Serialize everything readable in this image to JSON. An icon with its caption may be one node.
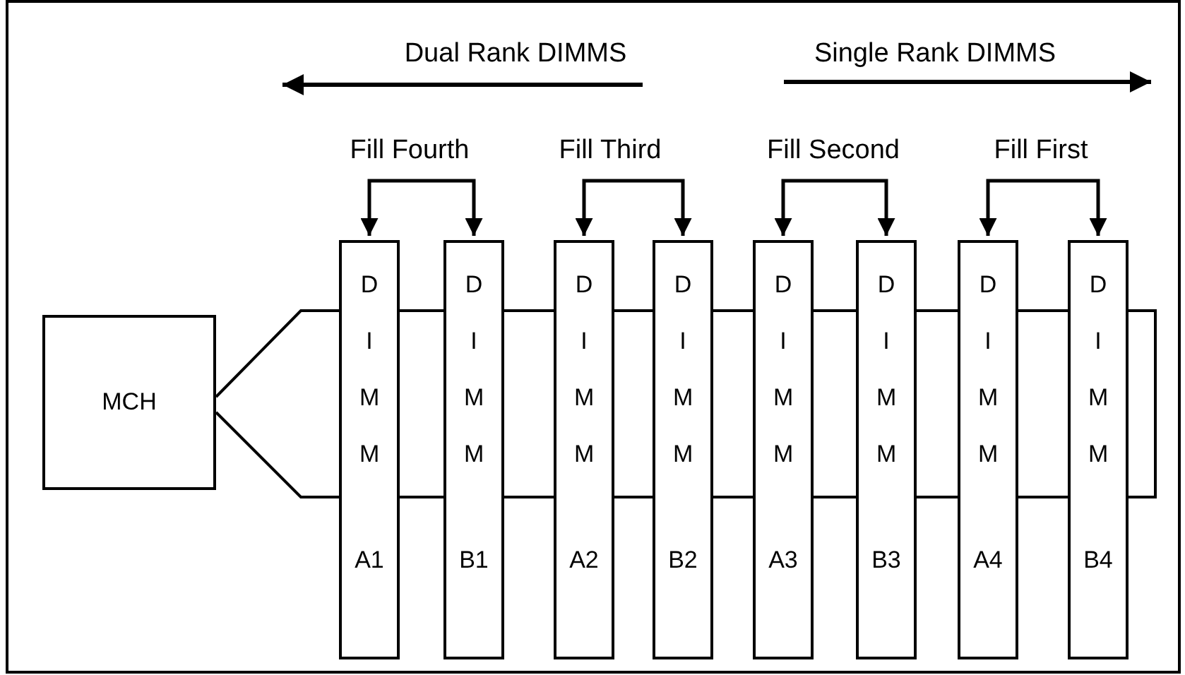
{
  "diagram": {
    "nodes": [
      {
        "text": [
          "MCH"
        ]
      },
      {
        "text": [
          "Fill Fourth"
        ]
      },
      {
        "text": [
          "Fill Third"
        ]
      },
      {
        "text": [
          "Fill Second"
        ]
      },
      {
        "text": [
          "Fill First"
        ]
      },
      {
        "text": [
          "D I M M",
          "A1"
        ]
      },
      {
        "text": [
          "D I M M",
          "B1"
        ]
      },
      {
        "text": [
          "D I M M",
          "A2"
        ]
      },
      {
        "text": [
          "D I M M",
          "B2"
        ]
      },
      {
        "text": [
          "D I M M",
          "A3"
        ]
      },
      {
        "text": [
          "D I M M",
          "B3"
        ]
      },
      {
        "text": [
          "D I M M",
          "A4"
        ]
      },
      {
        "text": [
          "D I M M",
          "B4"
        ]
      }
    ],
    "edges": [
      {
        "from": 1,
        "to": 5,
        "arrow": "to"
      },
      {
        "from": 1,
        "to": 6,
        "arrow": "to"
      },
      {
        "from": 2,
        "to": 7,
        "arrow": "to"
      },
      {
        "from": 2,
        "to": 8,
        "arrow": "to"
      },
      {
        "from": 3,
        "to": 9,
        "arrow": "to"
      },
      {
        "from": 3,
        "to": 10,
        "arrow": "to"
      },
      {
        "from": 4,
        "to": 11,
        "arrow": "to"
      },
      {
        "from": 4,
        "to": 12,
        "arrow": "to"
      }
    ],
    "labels": [
      "Dual Rank DIMMS",
      "Single Rank DIMMS"
    ]
  }
}
